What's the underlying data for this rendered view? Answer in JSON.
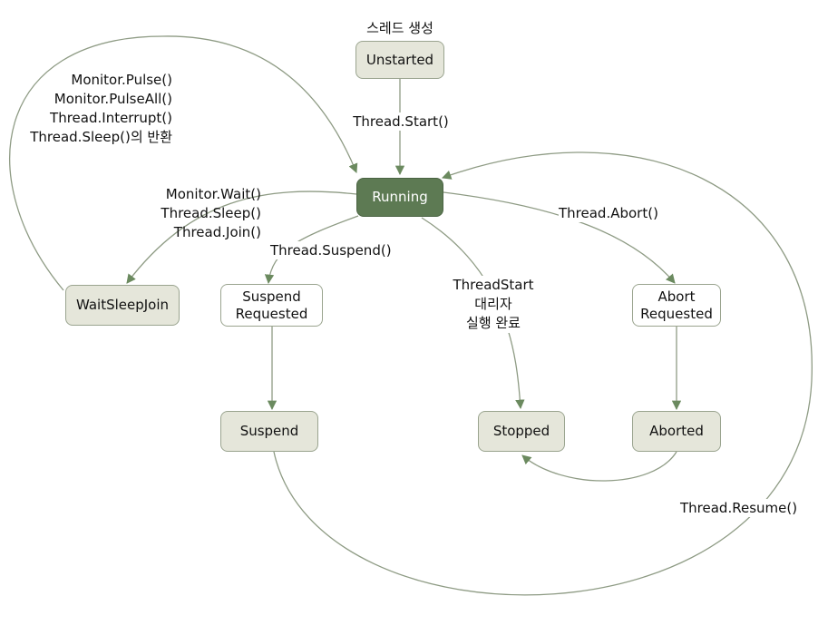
{
  "nodes": {
    "unstarted": "Unstarted",
    "running": "Running",
    "wait_sleep_join": "WaitSleepJoin",
    "suspend_requested": "Suspend\nRequested",
    "abort_requested": "Abort\nRequested",
    "suspend": "Suspend",
    "stopped": "Stopped",
    "aborted": "Aborted"
  },
  "labels": {
    "thread_create": "스레드 생성",
    "thread_start": "Thread.Start()",
    "wake": "Monitor.Pulse()\nMonitor.PulseAll()\nThread.Interrupt()\nThread.Sleep()의 반환",
    "wait": "Monitor.Wait()\nThread.Sleep()\nThread.Join()",
    "suspend_call": "Thread.Suspend()",
    "delegate_done": "ThreadStart\n대리자\n실행 완료",
    "abort_call": "Thread.Abort()",
    "resume": "Thread.Resume()"
  },
  "colors": {
    "line": "#8e9b84",
    "arrow": "#6b8a5f",
    "running_fill": "#5d7a53",
    "node_fill": "#e5e6da",
    "node_border": "#9aa48f"
  }
}
